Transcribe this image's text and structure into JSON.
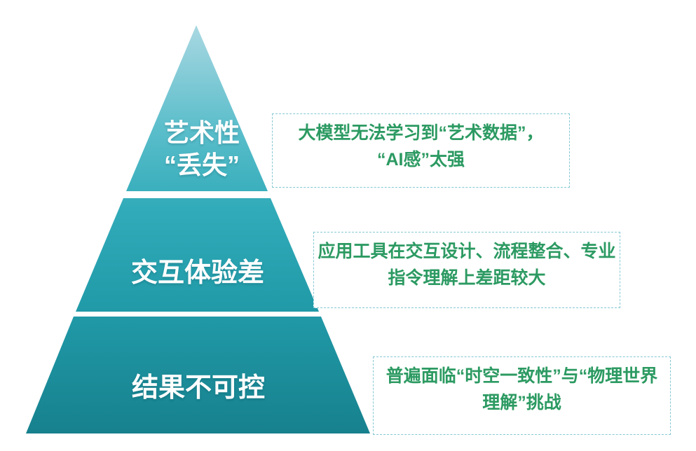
{
  "diagram": {
    "type": "pyramid",
    "topic": "AI video generation pain points",
    "tiers": [
      {
        "id": "top",
        "label_line1": "艺术性",
        "label_line2": "“丢失”",
        "annotation_line1": "大模型无法学习到“艺术数据”，",
        "annotation_line2": "“AI感”太强"
      },
      {
        "id": "middle",
        "label_line1": "交互体验差",
        "label_line2": "",
        "annotation_line1": "应用工具在交互设计、流程整合、专业",
        "annotation_line2": "指令理解上差距较大"
      },
      {
        "id": "bottom",
        "label_line1": "结果不可控",
        "label_line2": "",
        "annotation_line1": "普遍面临“时空一致性”与“物理世界",
        "annotation_line2": "理解”挑战"
      }
    ]
  },
  "colors": {
    "pyramid_gradient_top": "#a9d8e2",
    "pyramid_gradient_upper": "#5cbecb",
    "pyramid_gradient_mid": "#31abb9",
    "pyramid_gradient_lower": "#219aa8",
    "pyramid_gradient_bottom": "#17818e",
    "tier_label_text": "#ffffff",
    "annotation_text": "#2c9a62",
    "annotation_border": "#85c8d4",
    "background": "#ffffff"
  }
}
